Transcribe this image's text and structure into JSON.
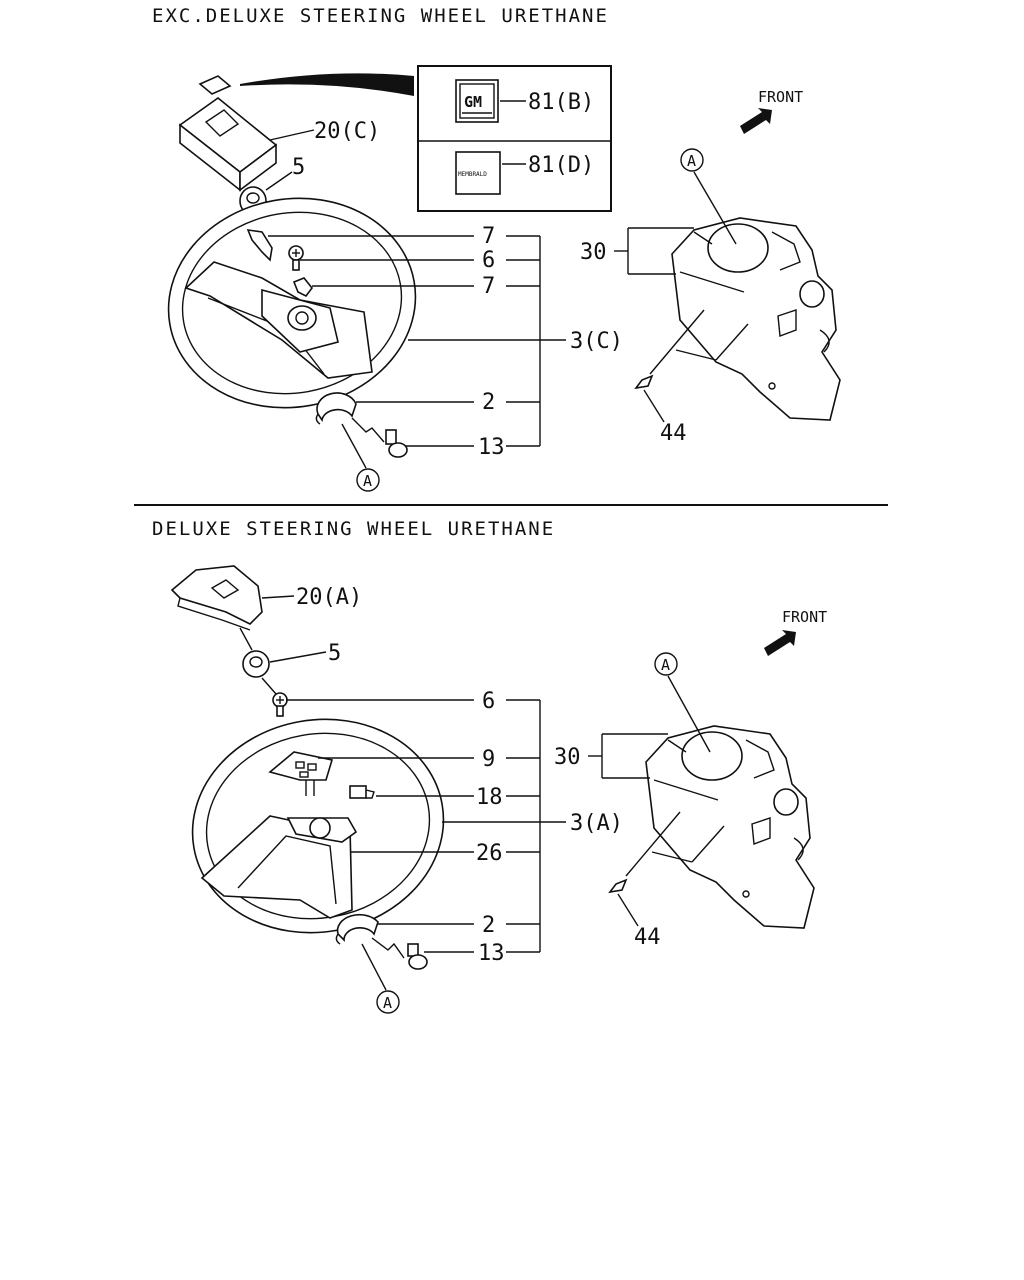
{
  "sections": {
    "top": {
      "title": "EXC.DELUXE STEERING WHEEL URETHANE",
      "front": "FRONT",
      "circle_ref": "A",
      "emblem_gm_text": "GM",
      "emblem_small_text": "MEMBRALD",
      "callouts": {
        "c20": "20(C)",
        "c5": "5",
        "c7a": "7",
        "c6": "6",
        "c7b": "7",
        "c3": "3(C)",
        "c2": "2",
        "c13": "13",
        "c81b": "81(B)",
        "c81d": "81(D)",
        "c30": "30",
        "c44": "44"
      }
    },
    "bottom": {
      "title": "DELUXE STEERING WHEEL URETHANE",
      "front": "FRONT",
      "circle_ref": "A",
      "callouts": {
        "c20": "20(A)",
        "c5": "5",
        "c6": "6",
        "c9": "9",
        "c18": "18",
        "c3": "3(A)",
        "c26": "26",
        "c2": "2",
        "c13": "13",
        "c30": "30",
        "c44": "44"
      }
    }
  }
}
